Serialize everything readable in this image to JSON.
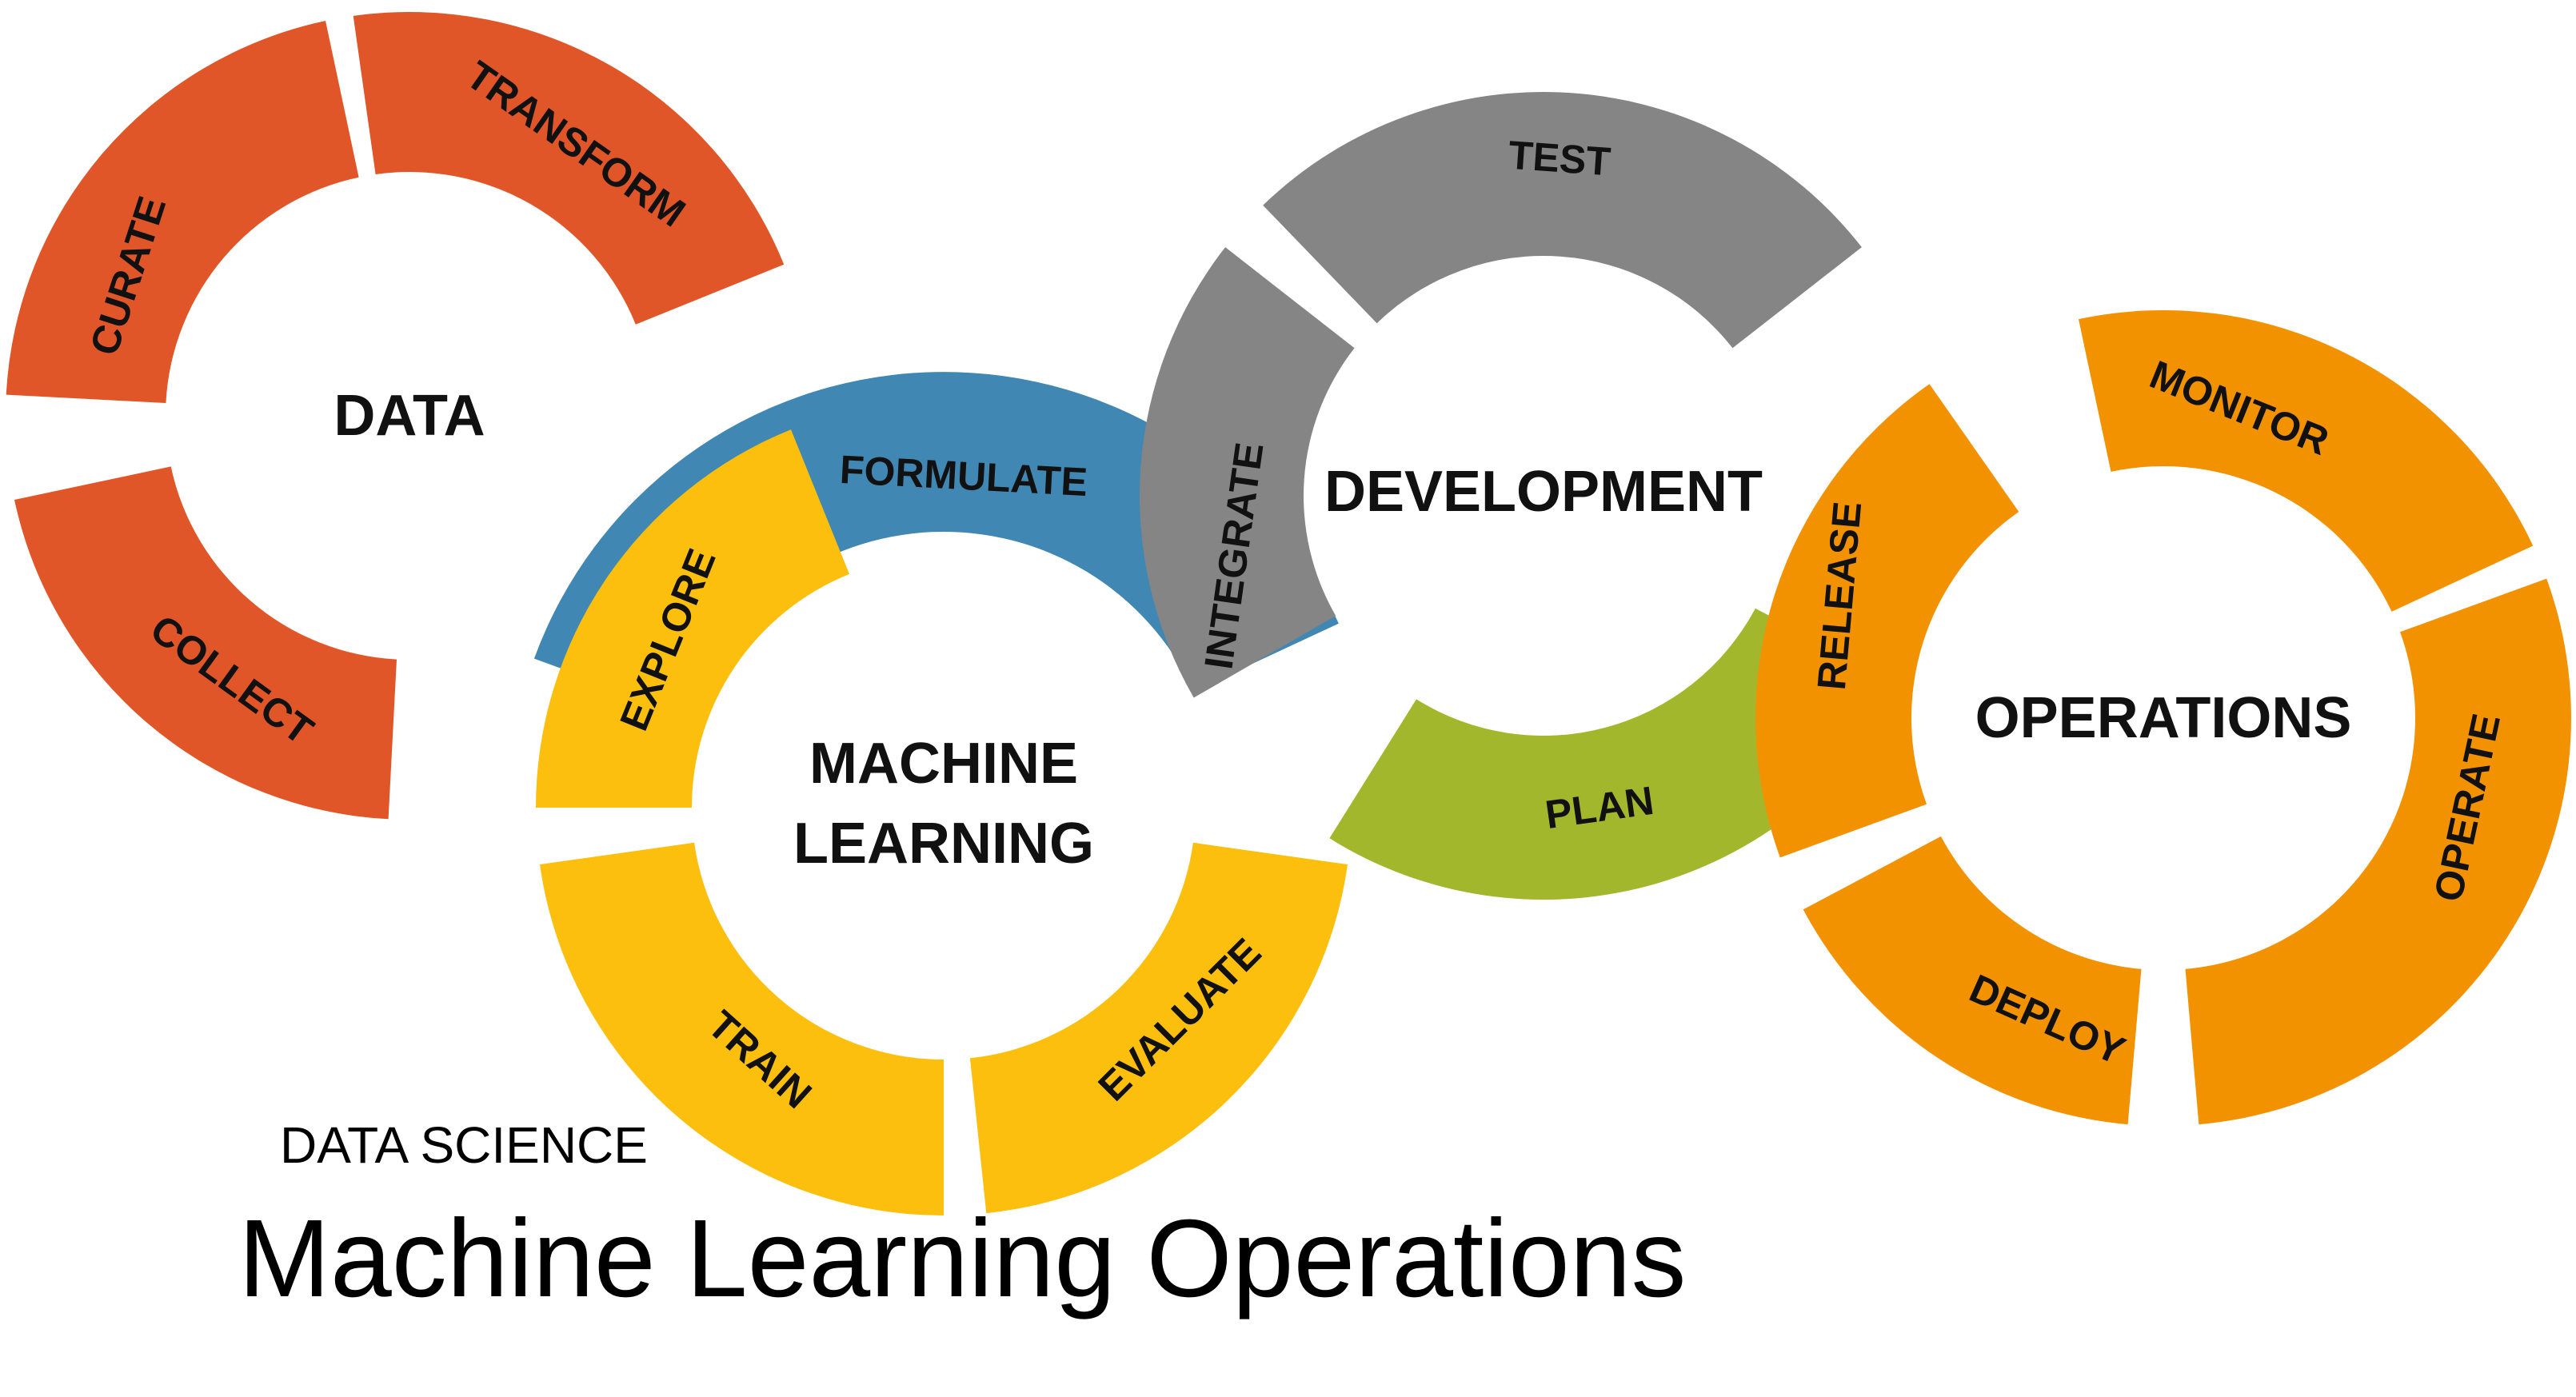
{
  "subtitle": "DATA SCIENCE",
  "title": "Machine Learning Operations",
  "cycles": {
    "data": {
      "center": "DATA",
      "color": "#e05628",
      "segments": [
        "TRANSFORM",
        "COLLECT",
        "CURATE"
      ]
    },
    "ml": {
      "center_line1": "MACHINE",
      "center_line2": "LEARNING",
      "blue": "#4087b3",
      "yellow": "#fcbf0e",
      "segments": [
        "FORMULATE",
        "EXPLORE",
        "TRAIN",
        "EVALUATE"
      ]
    },
    "dev": {
      "center": "DEVELOPMENT",
      "gray": "#858585",
      "green": "#a2b72c",
      "segments": [
        "TEST",
        "INTEGRATE",
        "PLAN",
        "RELEASE"
      ]
    },
    "ops": {
      "center": "OPERATIONS",
      "color": "#f39200",
      "segments": [
        "MONITOR",
        "OPERATE",
        "DEPLOY"
      ]
    }
  }
}
